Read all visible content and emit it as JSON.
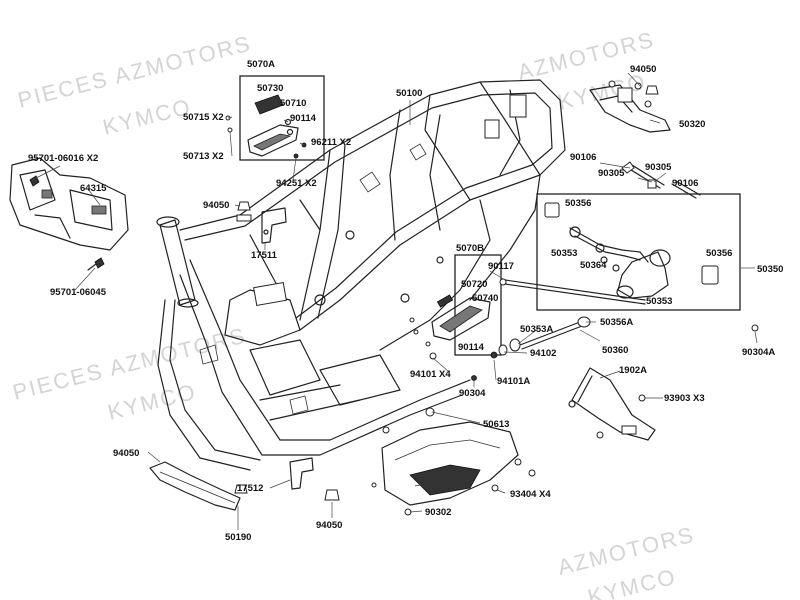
{
  "watermarks": [
    "PIECES AZMOTORS",
    "KYMCO",
    "AZMOTORS",
    "KYMCO",
    "PIECES AZMOTORS",
    "KYMCO",
    "AZMOTORS",
    "KYMCO"
  ],
  "labels": {
    "p5070A": "5070A",
    "p50730": "50730",
    "p50710": "50710",
    "p90114a": "90114",
    "p50715": "50715 X2",
    "p50713": "50713 X2",
    "p96211": "96211 X2",
    "p94251": "94251 X2",
    "p50100": "50100",
    "p94050a": "94050",
    "p50320": "50320",
    "p95701a": "95701-06016 X2",
    "p64315": "64315",
    "p94050b": "94050",
    "p17511": "17511",
    "p95701b": "95701-06045",
    "p90106a": "90106",
    "p90305a": "90305",
    "p90305b": "90305",
    "p90106b": "90106",
    "p50356a": "50356",
    "p50353a": "50353",
    "p50364": "50364",
    "p50356b": "50356",
    "p50350": "50350",
    "p50353b": "50353",
    "p5070B": "5070B",
    "p50720": "50720",
    "p50740": "50740",
    "p90114b": "90114",
    "p90117": "90117",
    "p50356A": "50356A",
    "p50353A": "50353A",
    "p94102": "94102",
    "p50360": "50360",
    "p90304A": "90304A",
    "p94101x4": "94101 X4",
    "p94101A": "94101A",
    "p90304": "90304",
    "p1902A": "1902A",
    "p93903": "93903  X3",
    "p50613": "50613",
    "p94050c": "94050",
    "p17512": "17512",
    "p94050d": "94050",
    "p93404": "93404  X4",
    "p90302": "90302",
    "p50190": "50190"
  }
}
